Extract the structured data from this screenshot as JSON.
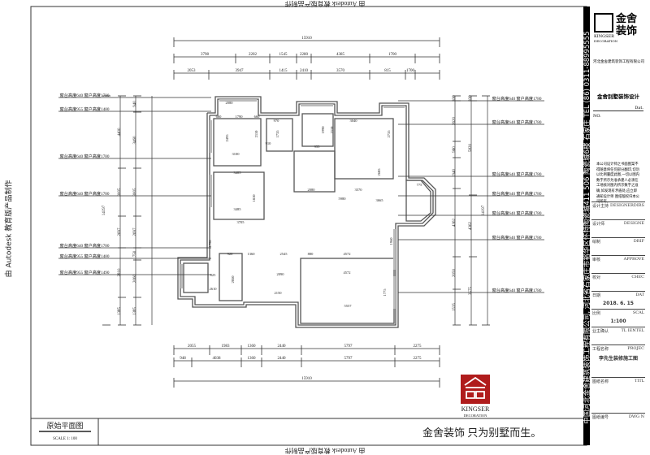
{
  "watermark": {
    "side_text": "由 Autodesk 教育版产品制作",
    "bottom_text": "由 Autodesk 教育版产品制作",
    "top_text": "由 Autodesk 教育版产品制作"
  },
  "company_band": "中国河北金舍建筑装饰工程有限公司, 河北省石家庄市裕华区怀特陶瓷城411  506  陶瓷城6楼   石家庄   TEL  (86)  0311-88995555",
  "title_block": {
    "logo_cn": "金舍装饰",
    "logo_en": "KINGSER",
    "logo_sub": "DECORATION",
    "company_name": "河北金舍建筑装饰工程有限公司",
    "design_title": "金舍别墅装饰设计",
    "date_label": "Dat.",
    "no_label": "NO.",
    "notice": "本公司设计师之书面图案不得随意将任何部分翻印,切勿以比例量度此图,一切以图内数字所示为准承建人必须在工地核对图内所示数字之准确,如发现有矛盾处,应立即通知设计师 图纸版权归本公司所有。",
    "rows": [
      {
        "cn": "设计主持",
        "en": "DESIGNERDIRS",
        "value": ""
      },
      {
        "cn": "设计师",
        "en": "DESIGNE",
        "value": ""
      },
      {
        "cn": "绘制",
        "en": "DRIF",
        "value": ""
      },
      {
        "cn": "审核",
        "en": "APPROVE",
        "value": ""
      },
      {
        "cn": "校对",
        "en": "CHEC",
        "value": ""
      },
      {
        "cn": "日期",
        "en": "DAT",
        "value": "2018. 6. 15"
      },
      {
        "cn": "比例",
        "en": "SCAL",
        "value": "1:100"
      },
      {
        "cn": "业主确认",
        "en": "TL IENTEL",
        "value": ""
      },
      {
        "cn": "工程名称",
        "en": "PROJEC",
        "value": "李先生装修施工图"
      },
      {
        "cn": "图纸名称",
        "en": "TITL",
        "value": ""
      },
      {
        "cn": "图纸编号",
        "en": "DWG N",
        "value": ""
      }
    ]
  },
  "drawing_title": {
    "name": "原始平面图",
    "scale": "SCALE 1: 100"
  },
  "footer_logo": {
    "en": "KINGSER",
    "sub": "DECORATION"
  },
  "slogan": "金舍装饰 只为别墅而生。",
  "dimensions": {
    "top_total": "15910",
    "top_row1": [
      "3798",
      "2202",
      "1545",
      "2280",
      "4385",
      "1700"
    ],
    "top_row2": [
      "2053",
      "3947",
      "1415",
      "2410",
      "3570",
      "815",
      "1700"
    ],
    "bottom_row1": [
      "2055",
      "1983",
      "1360",
      "2440",
      "5797",
      "2275"
    ],
    "bottom_row2": [
      "948",
      "4038",
      "1360",
      "2440",
      "5797",
      "2275"
    ],
    "bottom_total": "15910",
    "left_col1": [
      "4400",
      "3005",
      "2697",
      "2810",
      "1385"
    ],
    "left_col2": [
      "940",
      "3460",
      "3005",
      "2697",
      "750",
      "2060",
      "1385"
    ],
    "left_total": "14197",
    "right_col1": [
      "330",
      "2620",
      "960",
      "1940",
      "4362",
      "2050",
      "1535"
    ],
    "right_col2": [
      "330",
      "5820",
      "4362",
      "3575"
    ],
    "right_total": "14197",
    "rooms": [
      "2080",
      "660",
      "1790",
      "660",
      "2495",
      "2110",
      "3100",
      "3485",
      "3485",
      "1810",
      "3705",
      "970",
      "1735",
      "910",
      "955",
      "1990",
      "2110",
      "3040",
      "2735",
      "2605",
      "2080",
      "3570",
      "5980",
      "1360",
      "2545",
      "880",
      "4572",
      "4572",
      "2090",
      "2150",
      "5557",
      "1775",
      "2050",
      "2610",
      "1960",
      "1790",
      "920",
      "825",
      "3665",
      "775"
    ]
  },
  "window_notes": {
    "left": [
      "窗台高度640 窗户高度1780",
      "窗台高度955 窗户高度1480",
      "窗台高度640 窗户高度1780",
      "窗台高度640 窗户高度1780",
      "窗台高度640 窗户高度1780",
      "窗台高度955 窗户高度1480",
      "窗台高度955 窗户高度1490"
    ],
    "right": [
      "窗台高度640 窗户高度1780",
      "窗台高度640 窗户高度1780",
      "窗台高度640 窗户高度1780",
      "窗台高度640 窗户高度1780",
      "窗台高度640 窗户高度1780",
      "窗台高度640 窗户高度1780",
      "窗台高度640 窗户高度1780"
    ]
  },
  "colors": {
    "logo_red": "#b01c1c",
    "wall": "#9a9a9a",
    "band": "#000000"
  }
}
